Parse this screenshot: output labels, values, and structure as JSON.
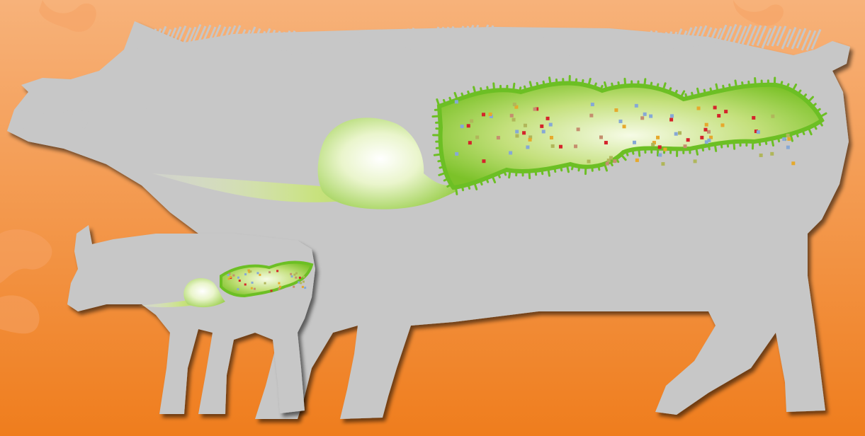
{
  "scene": {
    "background_top_color": "#f7b27a",
    "background_bottom_color": "#ef7d1d",
    "splash_color": "#f6a264",
    "animal_color": "#c7c7c7",
    "animal_shadow_color": "#7a3f10",
    "gut_light_color": "#f6fbe6",
    "gut_mid_color": "#c4e07c",
    "gut_dark_color": "#7cc229",
    "villi_color": "#6cbf24",
    "microbe_colors": [
      "#d4242b",
      "#86a8d6",
      "#b0b65a",
      "#e6a92c",
      "#c58e6e"
    ]
  },
  "figures": [
    {
      "icon": "adult-pig-silhouette",
      "gut": "adult-gut"
    },
    {
      "icon": "piglet-silhouette",
      "gut": "piglet-gut"
    }
  ]
}
